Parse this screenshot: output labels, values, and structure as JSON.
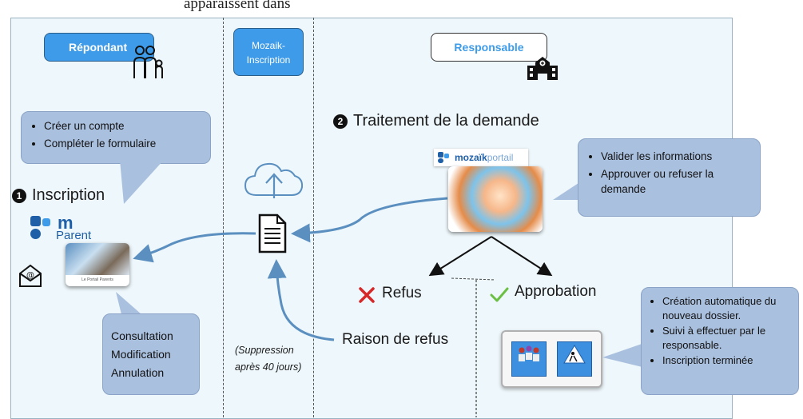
{
  "top_text": "apparaissent dans",
  "headers": {
    "repondant": "Répondant",
    "mozaik_line1": "Mozaik-",
    "mozaik_line2": "Inscription",
    "responsable": "Responsable"
  },
  "step1": {
    "number": "1",
    "title": "Inscription"
  },
  "step2": {
    "number": "2",
    "title": "Traitement de la demande"
  },
  "bubble_parent": {
    "items": [
      "Créer un compte",
      "Compléter le formulaire"
    ]
  },
  "bubble_responsable": {
    "items": [
      "Valider les informations",
      "Approuver ou refuser la demande"
    ]
  },
  "bubble_actions": {
    "items": [
      "Consultation",
      "Modification",
      "Annulation"
    ]
  },
  "bubble_approbation": {
    "items": [
      "Création automatique du nouveau dossier.",
      "Suivi à effectuer par le responsable.",
      "Inscription terminée"
    ]
  },
  "app_mparent": {
    "letter": "m",
    "name": "Parent",
    "thumb_caption": "Le Portail Parents"
  },
  "app_portail": {
    "brand_bold": "mozaïk",
    "brand_light": "portail"
  },
  "outcomes": {
    "refus": "Refus",
    "approbation": "Approbation",
    "raison": "Raison de refus"
  },
  "suppression_note": {
    "line1": "(Suppression",
    "line2": "après 40 jours)"
  },
  "colors": {
    "accent": "#3d9be9",
    "bubble": "#aac0df",
    "arrow": "#5a8fc0",
    "refus": "#d62828",
    "approbation": "#6bbf44"
  },
  "icons": [
    "family-icon",
    "school-icon",
    "cloud-upload-icon",
    "document-icon",
    "email-icon",
    "cross-icon",
    "check-icon"
  ]
}
